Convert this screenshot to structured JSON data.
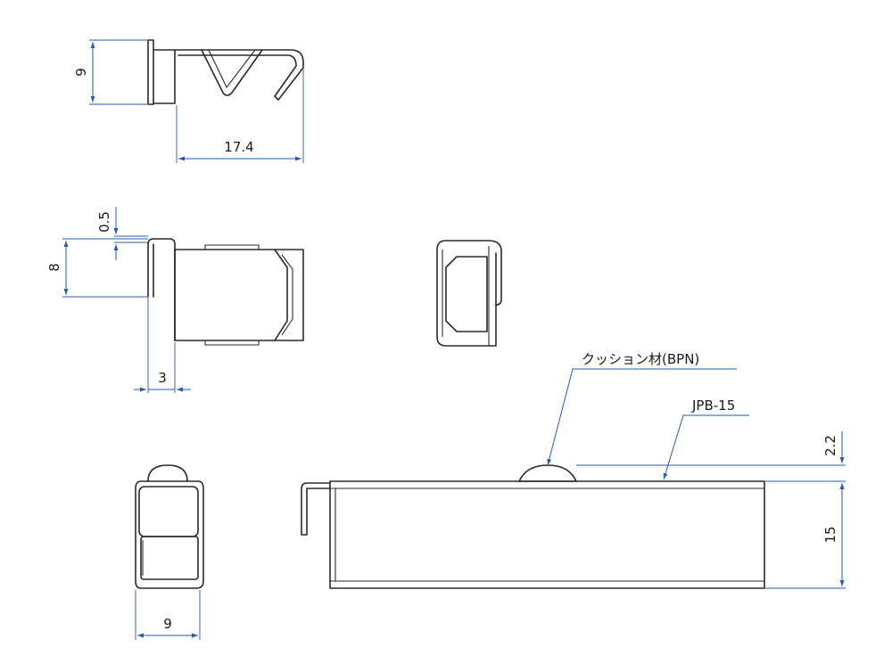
{
  "dimensions": {
    "top_height": "9",
    "top_length": "17.4",
    "thickness": "0.5",
    "mid_height": "8",
    "flange_width": "3",
    "end_width": "9",
    "cushion_height": "2.2",
    "body_height": "15"
  },
  "labels": {
    "cushion": "クッション材(BPN)",
    "part_number": "JPB-15"
  }
}
